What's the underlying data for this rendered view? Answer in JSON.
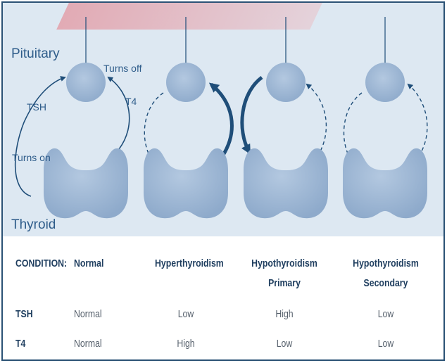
{
  "diagram": {
    "labels": {
      "pituitary": "Pituitary",
      "thyroid": "Thyroid",
      "tsh": "TSH",
      "t4": "T4",
      "turns_off": "Turns off",
      "turns_on": "Turns on"
    }
  },
  "table": {
    "condition_label": "CONDITION:",
    "columns": [
      {
        "line1": "Normal",
        "line2": ""
      },
      {
        "line1": "Hyperthyroidism",
        "line2": ""
      },
      {
        "line1": "Hypothyroidism",
        "line2": "Primary"
      },
      {
        "line1": "Hypothyroidism",
        "line2": "Secondary"
      }
    ],
    "rows": [
      {
        "label": "TSH",
        "values": [
          "Normal",
          "Low",
          "High",
          "Low"
        ]
      },
      {
        "label": "T4",
        "values": [
          "Normal",
          "High",
          "Low",
          "Low"
        ]
      }
    ]
  },
  "colors": {
    "panel_bg": "#dde8f2",
    "gland_fill": "#9fb8d6",
    "arrow": "#1f4e79",
    "text": "#2e5c8a",
    "border": "#2b5275"
  }
}
